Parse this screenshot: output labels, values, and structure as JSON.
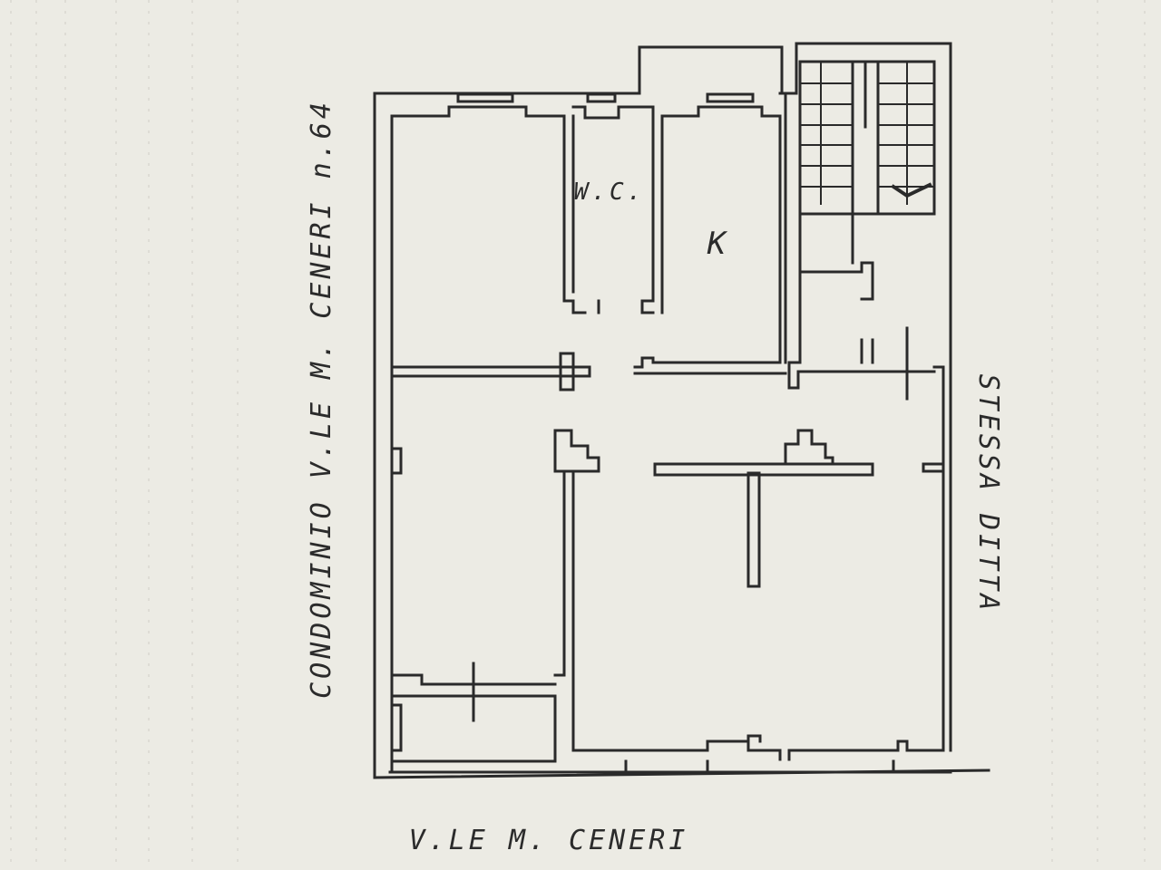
{
  "plan": {
    "top_label": "",
    "bottom_street": "V.LE  M. CENERI",
    "left_side": "CONDOMINIO V.LE M. CENERI n.64",
    "right_side": "STESSA DITTA",
    "rooms": {
      "wc": "W.C.",
      "kitchen": "K"
    }
  },
  "colors": {
    "paper": "#ecebe4",
    "ink": "#2a2a2a"
  }
}
